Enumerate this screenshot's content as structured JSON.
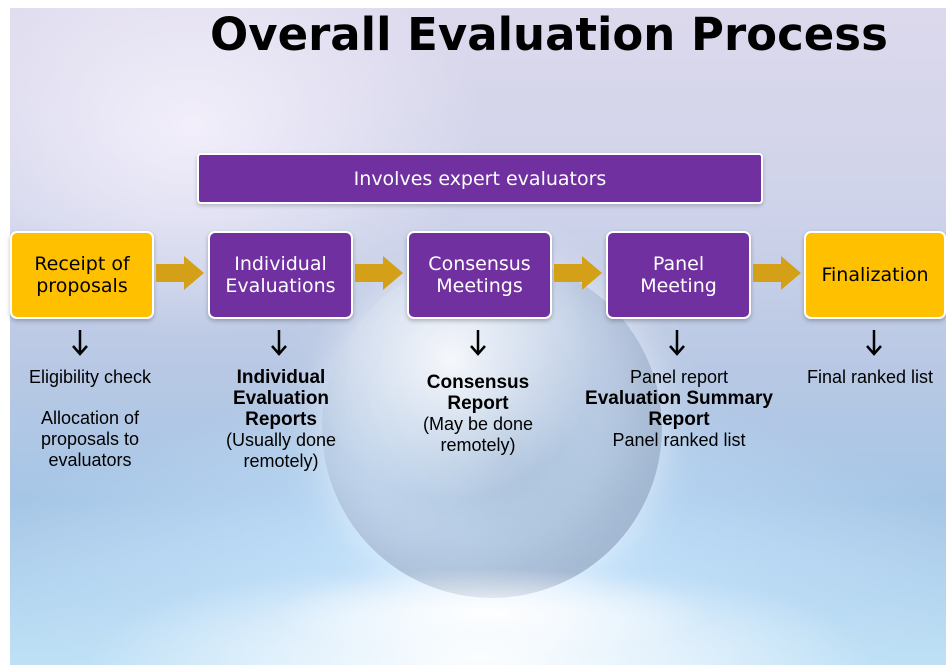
{
  "title": "Overall Evaluation Process",
  "banner": "Involves expert evaluators",
  "stages": [
    {
      "label_lines": [
        "Receipt of",
        "proposals"
      ],
      "style": "gold"
    },
    {
      "label_lines": [
        "Individual",
        "Evaluations"
      ],
      "style": "purple"
    },
    {
      "label_lines": [
        "Consensus",
        "Meetings"
      ],
      "style": "purple"
    },
    {
      "label_lines": [
        "Panel",
        "Meeting"
      ],
      "style": "purple"
    },
    {
      "label_lines": [
        "Finalization"
      ],
      "style": "gold"
    }
  ],
  "outputs": [
    {
      "lines": [
        {
          "text": "Eligibility check",
          "bold": false
        },
        {
          "text": "",
          "bold": false
        },
        {
          "text": "Allocation of",
          "bold": false
        },
        {
          "text": "proposals to",
          "bold": false
        },
        {
          "text": "evaluators",
          "bold": false
        }
      ]
    },
    {
      "lines": [
        {
          "text": "Individual",
          "bold": true
        },
        {
          "text": "Evaluation",
          "bold": true
        },
        {
          "text": "Reports",
          "bold": true
        },
        {
          "text": "(Usually done",
          "bold": false
        },
        {
          "text": "remotely)",
          "bold": false
        }
      ]
    },
    {
      "lines": [
        {
          "text": "Consensus",
          "bold": true
        },
        {
          "text": "Report",
          "bold": true
        },
        {
          "text": "(May be done",
          "bold": false
        },
        {
          "text": "remotely)",
          "bold": false
        }
      ]
    },
    {
      "lines": [
        {
          "text": "Panel report",
          "bold": false
        },
        {
          "text": "Evaluation Summary",
          "bold": true
        },
        {
          "text": "Report",
          "bold": true
        },
        {
          "text": "Panel ranked list",
          "bold": false
        }
      ]
    },
    {
      "lines": [
        {
          "text": "Final ranked list",
          "bold": false
        }
      ]
    }
  ],
  "colors": {
    "purple": "#7030a0",
    "gold": "#ffc000",
    "arrow": "#d4a017",
    "down_arrow": "#000000"
  },
  "icons": {
    "flow_arrow": "right-chevron-arrow-icon",
    "down_arrow": "down-arrow-icon"
  }
}
